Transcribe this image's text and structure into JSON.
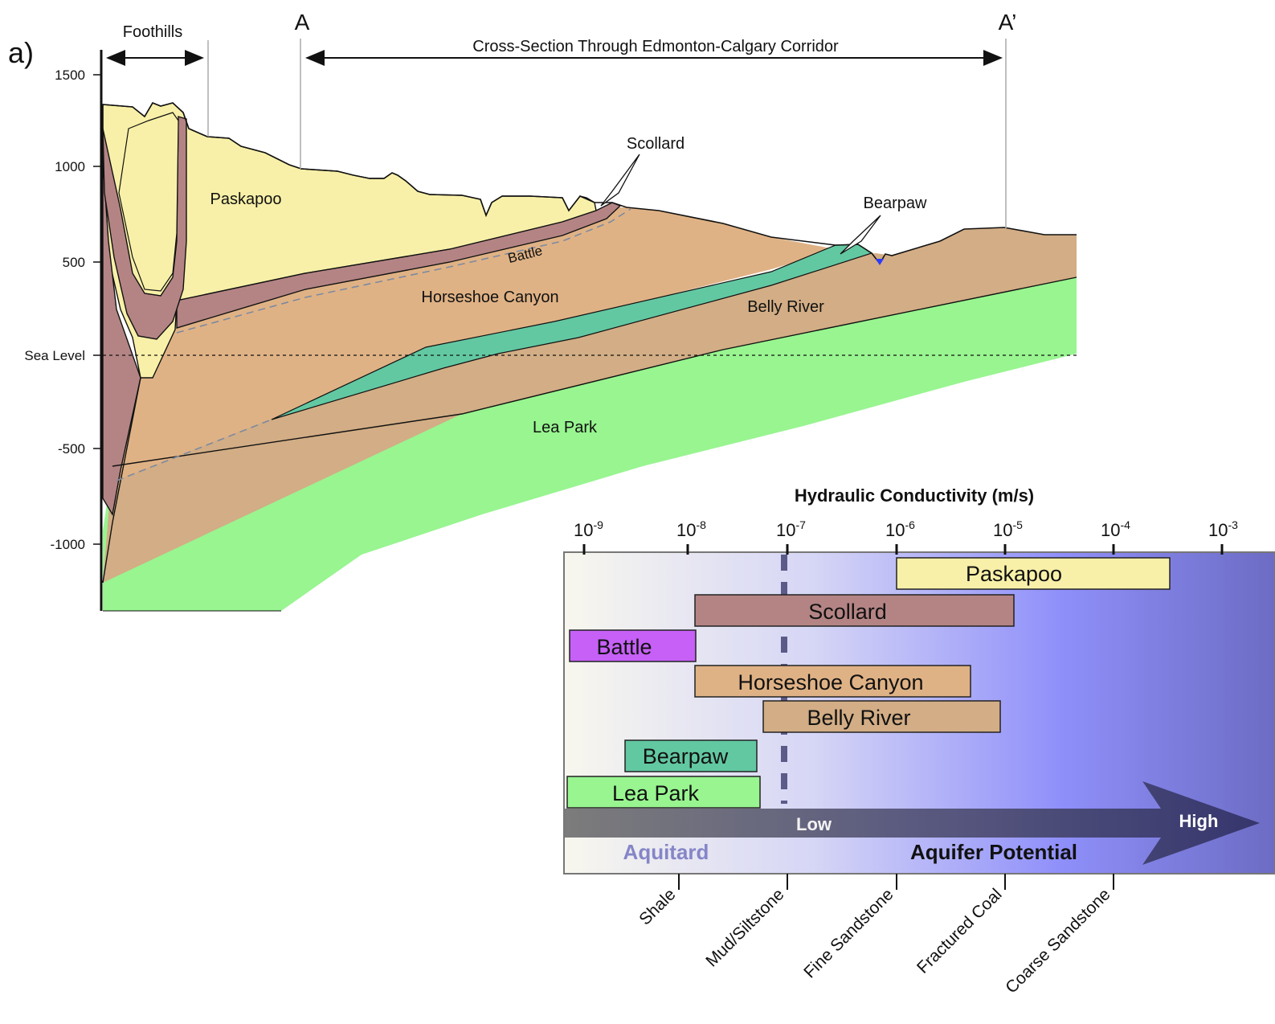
{
  "panel_label": "a)",
  "cross_section": {
    "foothills_label": "Foothills",
    "point_a": "A",
    "point_a_prime": "A’",
    "corridor_label": "Cross-Section Through Edmonton-Calgary Corridor",
    "sea_level_label": "Sea Level",
    "y_ticks": [
      "1500",
      "1000",
      "500",
      "-500",
      "-1000"
    ],
    "formations": {
      "paskapoo": "Paskapoo",
      "scollard": "Scollard",
      "battle": "Battle",
      "horseshoe_canyon": "Horseshoe Canyon",
      "bearpaw": "Bearpaw",
      "belly_river": "Belly River",
      "lea_park": "Lea Park"
    },
    "colors": {
      "paskapoo": "#f8f0a8",
      "scollard": "#b48484",
      "horseshoe_canyon": "#dfb285",
      "bearpaw": "#62c8a2",
      "belly_river": "#d2ad85",
      "lea_park": "#98f590"
    }
  },
  "conductivity_chart": {
    "title": "Hydraulic Conductivity (m/s)",
    "tick_base": "10",
    "tick_exponents": [
      "-9",
      "-8",
      "-7",
      "-6",
      "-5",
      "-4",
      "-3"
    ],
    "low_label": "Low",
    "high_label": "High",
    "aquitard_label": "Aquitard",
    "aquifer_label": "Aquifer Potential",
    "lithology_labels": [
      "Shale",
      "Mud/Siltstone",
      "Fine Sandstone",
      "Fractured Coal",
      "Coarse Sandstone"
    ],
    "bars": [
      {
        "label": "Paskapoo",
        "color": "#f8f0a8"
      },
      {
        "label": "Scollard",
        "color": "#b48484"
      },
      {
        "label": "Battle",
        "color": "#c660f7"
      },
      {
        "label": "Horseshoe Canyon",
        "color": "#dfb285"
      },
      {
        "label": "Belly River",
        "color": "#d2ad85"
      },
      {
        "label": "Bearpaw",
        "color": "#62c8a2"
      },
      {
        "label": "Lea Park",
        "color": "#98f590"
      }
    ]
  }
}
